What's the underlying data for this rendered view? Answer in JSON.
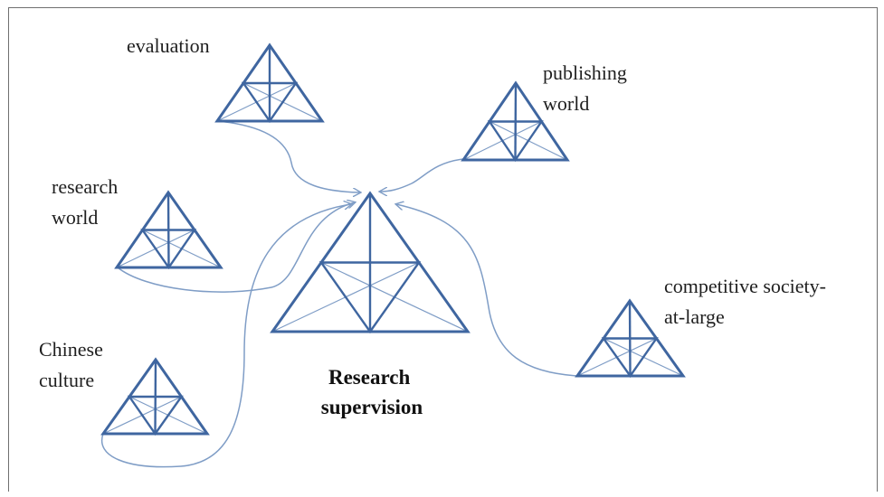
{
  "diagram": {
    "center_label": [
      "Research",
      "supervision"
    ],
    "nodes": [
      {
        "id": "evaluation",
        "label": [
          "evaluation"
        ]
      },
      {
        "id": "publishing",
        "label": [
          "publishing",
          "world"
        ]
      },
      {
        "id": "research-world",
        "label": [
          "research",
          "world"
        ]
      },
      {
        "id": "chinese-culture",
        "label": [
          "Chinese",
          "culture"
        ]
      },
      {
        "id": "competitive-society",
        "label": [
          "competitive society-",
          "at-large"
        ]
      }
    ],
    "colors": {
      "triangle_stroke": "#3f66a0",
      "connector_stroke": "#7f9dc6",
      "frame_border": "#6f6f6f"
    }
  }
}
